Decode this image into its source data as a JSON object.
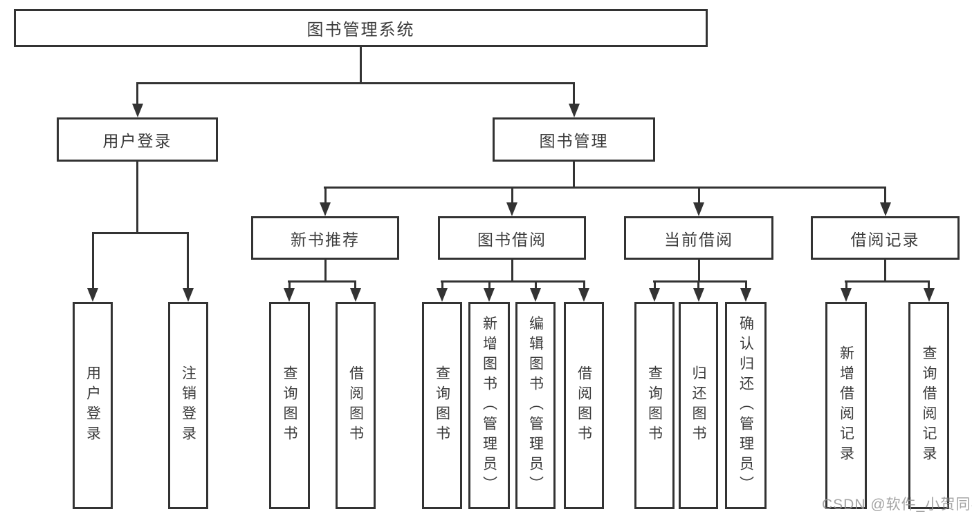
{
  "title": "图书管理系统",
  "watermark": "CSDN @软件_小贺同学",
  "colors": {
    "line": "#333333",
    "box_border": "#333333",
    "text": "#3b3b3b",
    "watermark": "#949494",
    "background": "#ffffff"
  },
  "tree": {
    "label": "图书管理系统",
    "children": [
      {
        "label": "用户登录",
        "children": [
          {
            "label": "用户登录"
          },
          {
            "label": "注销登录"
          }
        ]
      },
      {
        "label": "图书管理",
        "children": [
          {
            "label": "新书推荐",
            "children": [
              {
                "label": "查询图书"
              },
              {
                "label": "借阅图书"
              }
            ]
          },
          {
            "label": "图书借阅",
            "children": [
              {
                "label": "查询图书"
              },
              {
                "label": "新增图书（管理员）"
              },
              {
                "label": "编辑图书（管理员）"
              },
              {
                "label": "借阅图书"
              }
            ]
          },
          {
            "label": "当前借阅",
            "children": [
              {
                "label": "查询图书"
              },
              {
                "label": "归还图书"
              },
              {
                "label": "确认归还（管理员）"
              }
            ]
          },
          {
            "label": "借阅记录",
            "children": [
              {
                "label": "新增借阅记录"
              },
              {
                "label": "查询借阅记录"
              }
            ]
          }
        ]
      }
    ]
  }
}
